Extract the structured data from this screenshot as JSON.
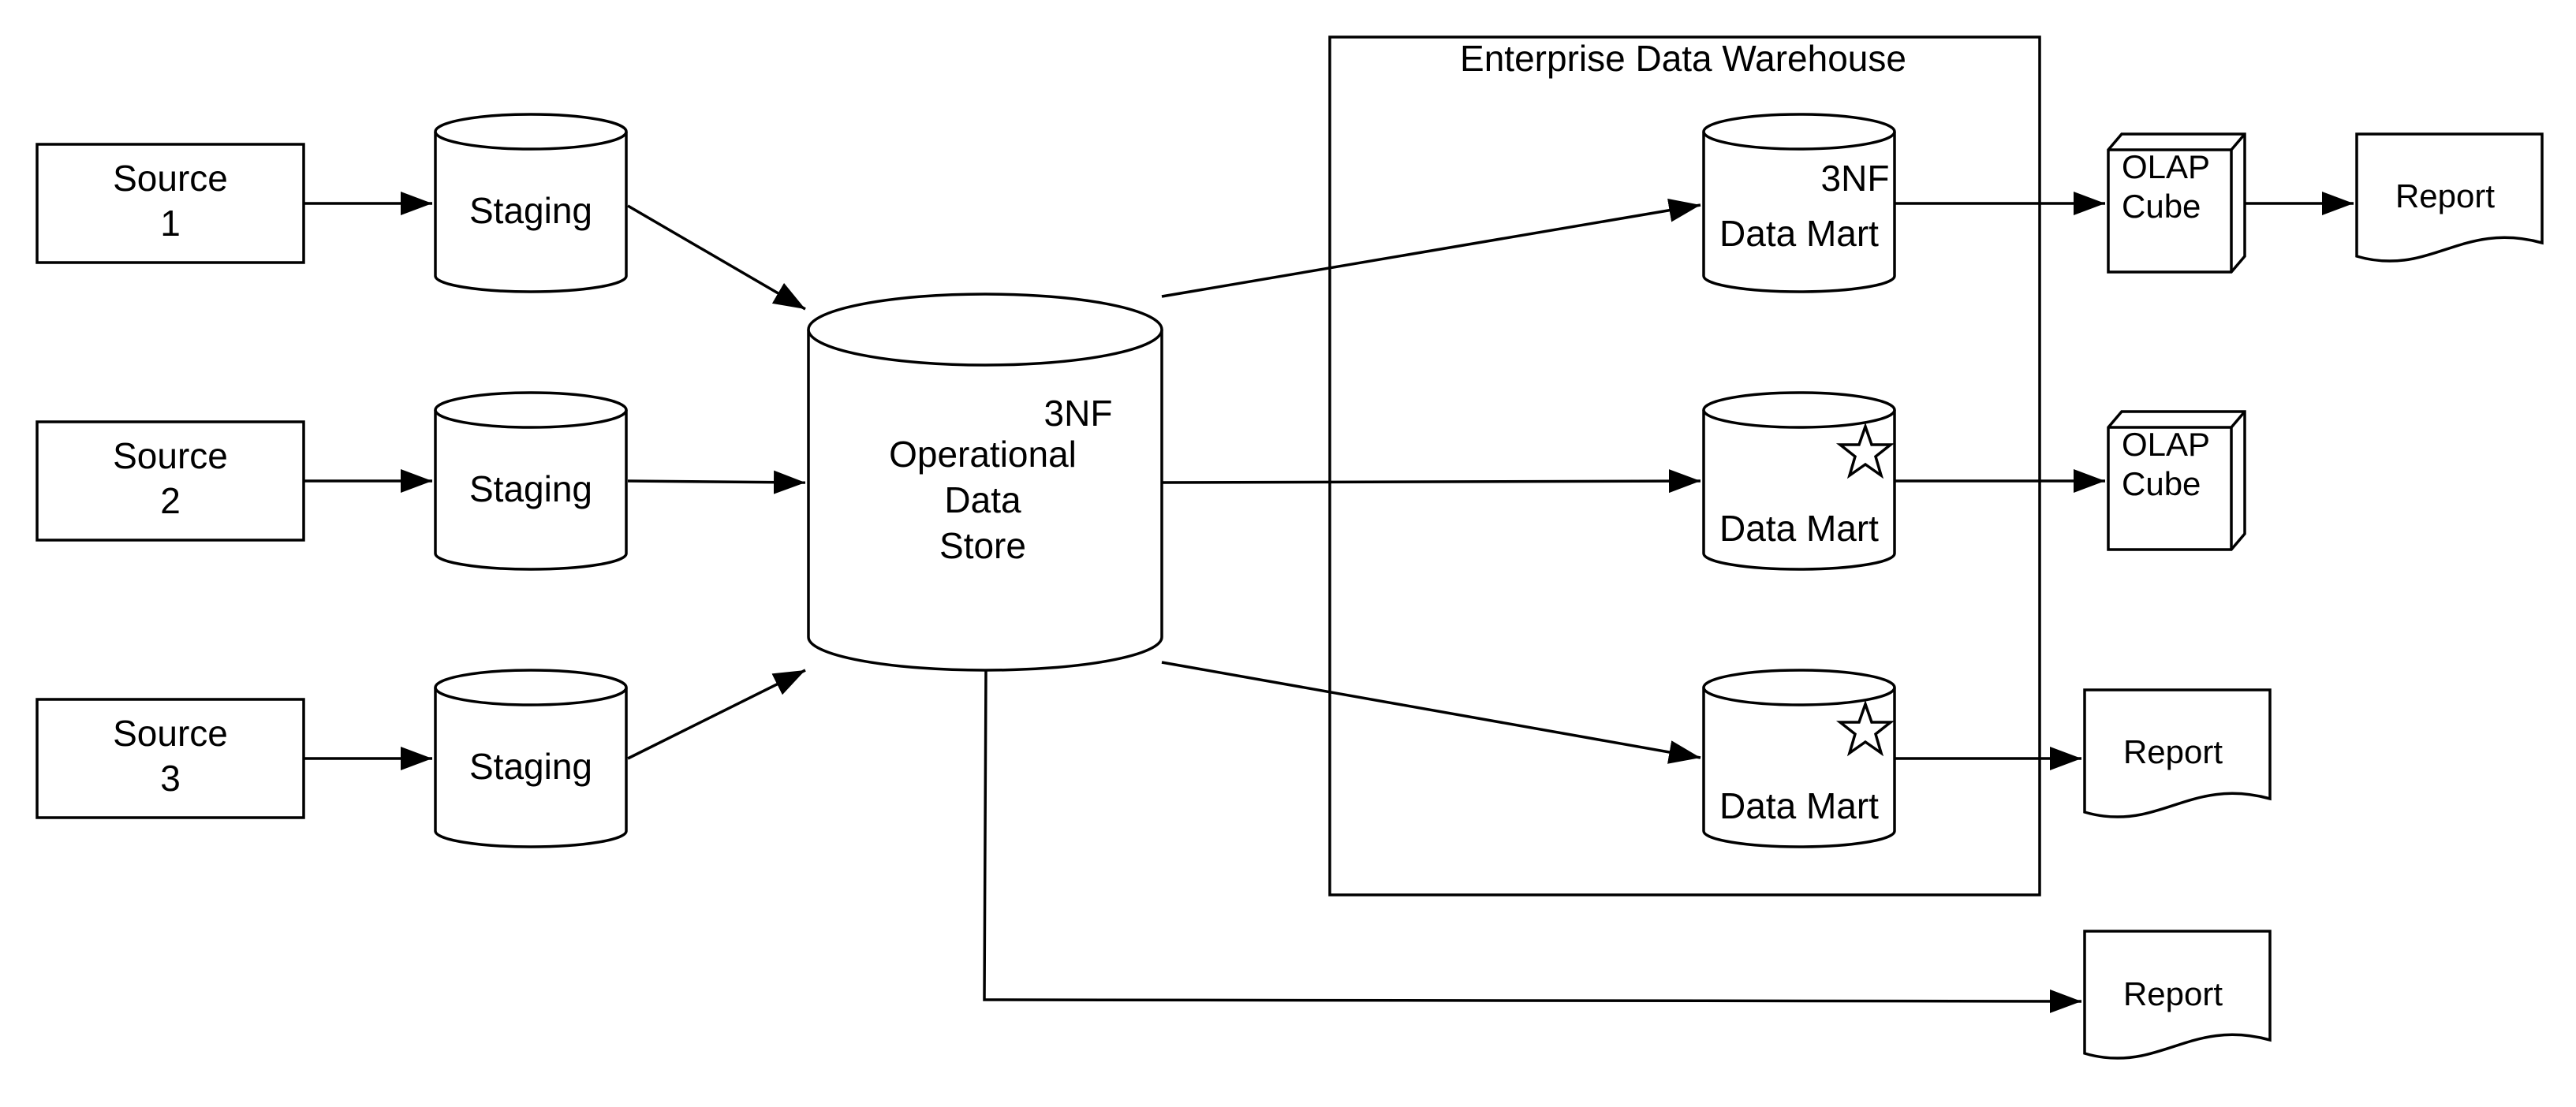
{
  "warehouse": {
    "title": "Enterprise Data Warehouse"
  },
  "sources": [
    {
      "line1": "Source",
      "line2": "1"
    },
    {
      "line1": "Source",
      "line2": "2"
    },
    {
      "line1": "Source",
      "line2": "3"
    }
  ],
  "staging": [
    {
      "label": "Staging"
    },
    {
      "label": "Staging"
    },
    {
      "label": "Staging"
    }
  ],
  "ods": {
    "normal_form": "3NF",
    "line1": "Operational",
    "line2": "Data",
    "line3": "Store"
  },
  "marts": [
    {
      "badge": "3NF",
      "label": "Data Mart"
    },
    {
      "badge_icon": "star-icon",
      "label": "Data Mart"
    },
    {
      "badge_icon": "star-icon",
      "label": "Data Mart"
    }
  ],
  "cubes": [
    {
      "line1": "OLAP",
      "line2": "Cube"
    },
    {
      "line1": "OLAP",
      "line2": "Cube"
    }
  ],
  "reports": [
    {
      "label": "Report"
    },
    {
      "label": "Report"
    },
    {
      "label": "Report"
    }
  ],
  "colors": {
    "stroke": "#000000",
    "fill": "#ffffff"
  }
}
